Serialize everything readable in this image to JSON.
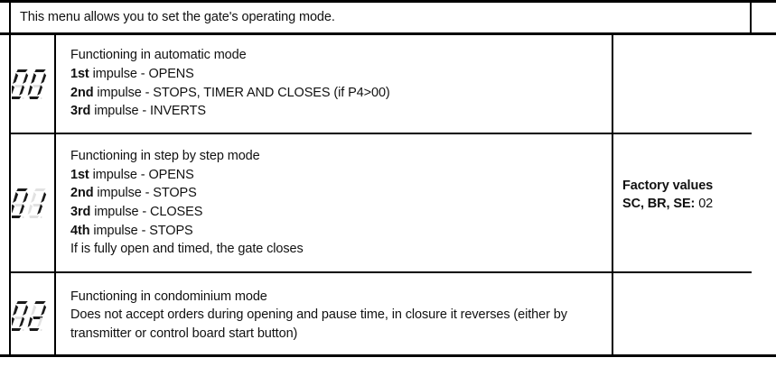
{
  "header": {
    "text": "This menu allows you to set the gate's operating mode."
  },
  "colors": {
    "segment_on": "#1a1a1a",
    "segment_off": "#e2e2e2",
    "border": "#000000",
    "background": "#ffffff",
    "text": "#111111"
  },
  "rows": [
    {
      "code": "00",
      "digits": [
        "0",
        "0"
      ],
      "title": "Functioning in automatic mode",
      "lines": [
        {
          "strong": "1st",
          "rest": " impulse - OPENS"
        },
        {
          "strong": "2nd",
          "rest": " impulse - STOPS, TIMER AND CLOSES (if P4>00)"
        },
        {
          "strong": "3rd",
          "rest": " impulse - INVERTS"
        }
      ]
    },
    {
      "code": "01",
      "digits": [
        "0",
        "1"
      ],
      "title": "Functioning in step by step mode",
      "lines": [
        {
          "strong": "1st",
          "rest": " impulse - OPENS"
        },
        {
          "strong": "2nd",
          "rest": " impulse - STOPS"
        },
        {
          "strong": "3rd",
          "rest": " impulse - CLOSES"
        },
        {
          "strong": "4th",
          "rest": " impulse - STOPS"
        },
        {
          "strong": "",
          "rest": "If is fully open and timed, the gate closes"
        }
      ]
    },
    {
      "code": "02",
      "digits": [
        "0",
        "2"
      ],
      "title": "Functioning in condominium mode",
      "lines": [
        {
          "strong": "",
          "rest": "Does not accept orders during opening and pause time, in closure it reverses (either by transmitter or control board start button)"
        }
      ]
    }
  ],
  "factory": {
    "title": "Factory values",
    "label": "SC, BR, SE:",
    "value": " 02"
  }
}
